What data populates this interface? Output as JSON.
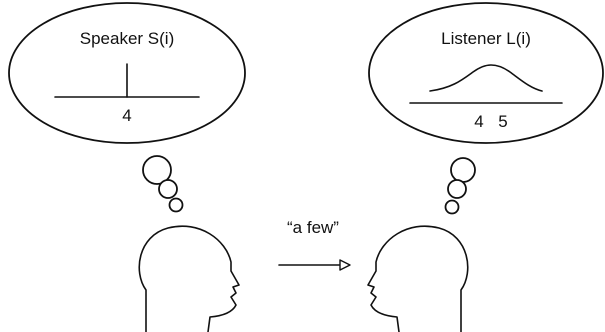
{
  "speaker": {
    "title": "Speaker S(i)",
    "tick_label": "4"
  },
  "listener": {
    "title": "Listener L(i)",
    "tick_labels": [
      "4",
      "5"
    ]
  },
  "utterance": {
    "label": "“a few”"
  },
  "colors": {
    "ink": "#111111",
    "background": "#ffffff"
  }
}
